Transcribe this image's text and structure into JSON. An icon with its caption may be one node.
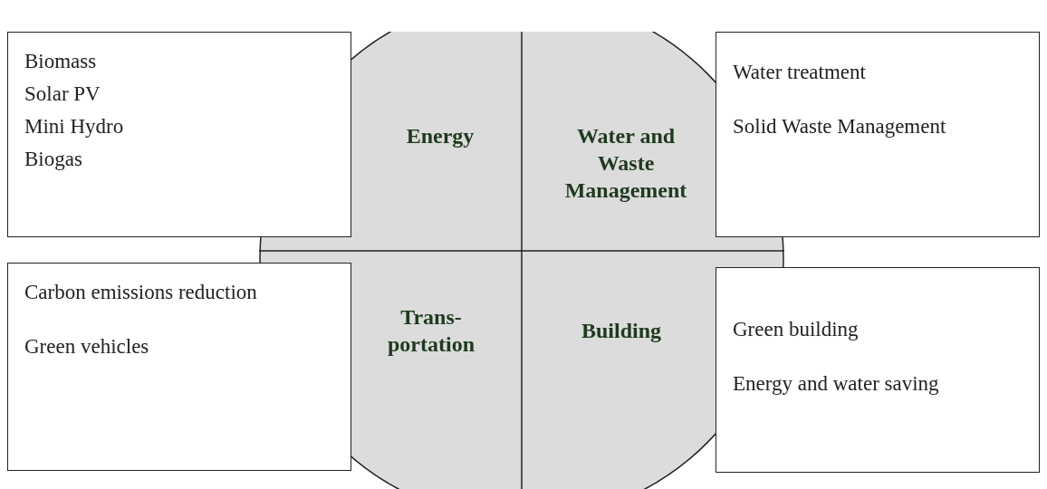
{
  "diagram": {
    "nodes": [
      {
        "text": [],
        "shape": "circle"
      },
      {
        "text": [
          "Biomass",
          "Solar PV",
          "Mini Hydro",
          "Biogas"
        ]
      },
      {
        "text": [
          "Energy"
        ],
        "in": 0
      },
      {
        "text": [
          "Water and Waste Management"
        ],
        "in": 0
      },
      {
        "text": [
          "Water treatment",
          "Solid Waste Management"
        ]
      },
      {
        "text": [
          "Carbon emissions reduction",
          "Green vehicles"
        ]
      },
      {
        "text": [
          "Trans- portation"
        ],
        "in": 0
      },
      {
        "text": [
          "Building"
        ],
        "in": 0
      },
      {
        "text": [
          "Green building",
          "Energy and water saving"
        ]
      }
    ]
  }
}
